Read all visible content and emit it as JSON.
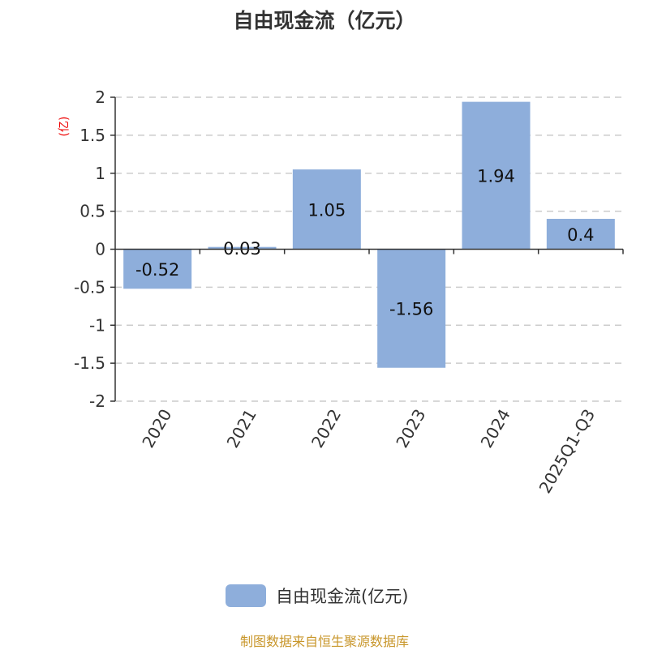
{
  "chart_data": {
    "type": "bar",
    "title": "自由现金流（亿元）",
    "ylabel": "(亿)",
    "xlabel": "",
    "categories": [
      "2020",
      "2021",
      "2022",
      "2023",
      "2024",
      "2025Q1-Q3"
    ],
    "values": [
      -0.52,
      0.03,
      1.05,
      -1.56,
      1.94,
      0.4
    ],
    "data_labels": [
      "-0.52",
      "0.03",
      "1.05",
      "-1.56",
      "1.94",
      "0.4"
    ],
    "ylim": [
      -2,
      2
    ],
    "yticks": [
      2,
      1.5,
      1,
      0.5,
      0,
      -0.5,
      -1,
      -1.5,
      -2
    ],
    "ytick_labels": [
      "2",
      "1.5",
      "1",
      "0.5",
      "0",
      "-0.5",
      "-1",
      "-1.5",
      "-2"
    ],
    "grid": true,
    "legend": {
      "label": "自由现金流(亿元)",
      "placement": "bottom"
    },
    "bar_color": "#8eaedb"
  },
  "source": "制图数据来自恒生聚源数据库"
}
